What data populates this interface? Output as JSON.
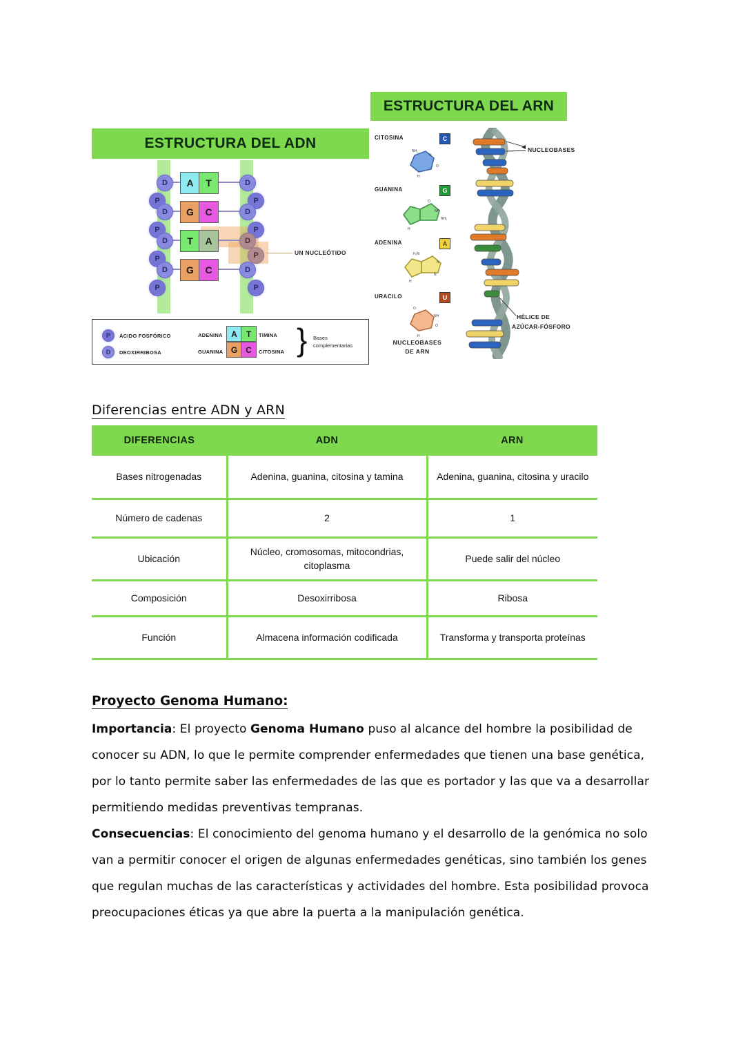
{
  "adn_diagram": {
    "title": "ESTRUCTURA DEL ADN",
    "callout_label": "UN NUCLEÓTIDO",
    "rungs": [
      {
        "left_base": "A",
        "right_base": "T"
      },
      {
        "left_base": "G",
        "right_base": "C"
      },
      {
        "left_base": "T",
        "right_base": "A"
      },
      {
        "left_base": "G",
        "right_base": "C"
      }
    ],
    "backbone_letters": {
      "sugar": "D",
      "phosphate": "P"
    },
    "legend": {
      "phosphate_symbol": "P",
      "phosphate_label": "ÁCIDO FOSFÓRICO",
      "sugar_symbol": "D",
      "sugar_label": "DEOXIRRIBOSA",
      "pair1_left_label": "ADENINA",
      "pair1_left_tile": "A",
      "pair1_right_tile": "T",
      "pair1_right_label": "TIMINA",
      "pair2_left_label": "GUANINA",
      "pair2_left_tile": "G",
      "pair2_right_tile": "C",
      "pair2_right_label": "CITOSINA",
      "brace_text_line1": "Bases",
      "brace_text_line2": "complementarias"
    }
  },
  "arn_diagram": {
    "title": "ESTRUCTURA DEL ARN",
    "bases": [
      {
        "name": "CITOSINA",
        "tile": "C",
        "color": "#2255b8"
      },
      {
        "name": "GUANINA",
        "tile": "G",
        "color": "#1f9b35"
      },
      {
        "name": "ADENINA",
        "tile": "A",
        "color": "#efd23c"
      },
      {
        "name": "URACILO",
        "tile": "U",
        "color": "#b5491e"
      }
    ],
    "footer_line1": "NUCLEOBASES",
    "footer_line2": "DE ARN",
    "callout_nucleobases": "NUCLEOBASES",
    "callout_helix_line1": "HÉLICE DE",
    "callout_helix_line2": "AZÚCAR-FÓSFORO"
  },
  "section_heading": "Diferencias entre ADN y ARN",
  "table": {
    "headers": [
      "DIFERENCIAS",
      "ADN",
      "ARN"
    ],
    "rows": [
      {
        "label": "Bases nitrogenadas",
        "adn": "Adenina, guanina, citosina y tamina",
        "arn": "Adenina, guanina, citosina y uracilo"
      },
      {
        "label": "Número de cadenas",
        "adn": "2",
        "arn": "1"
      },
      {
        "label": "Ubicación",
        "adn": "Núcleo, cromosomas, mitocondrias, citoplasma",
        "arn": "Puede salir del núcleo"
      },
      {
        "label": "Composición",
        "adn": "Desoxirribosa",
        "arn": "Ribosa"
      },
      {
        "label": "Función",
        "adn": "Almacena información codificada",
        "arn": "Transforma y transporta proteínas"
      }
    ]
  },
  "notes": {
    "heading": "Proyecto Genoma Humano:",
    "importancia_label": "Importancia",
    "importancia_sep": ": El proyecto ",
    "importancia_strong": "Genoma Humano",
    "importancia_text": " puso al alcance del hombre la posibilidad de conocer su ADN, lo que le permite comprender enfermedades que tienen una base genética, por lo tanto permite saber las enfermedades de las que es portador y las que va a desarrollar permitiendo medidas preventivas tempranas.",
    "consecuencias_label": "Consecuencias",
    "consecuencias_text": ": El conocimiento del genoma humano y el desarrollo de la genómica no solo van a permitir conocer el origen de algunas enfermedades genéticas, sino también los genes que regulan muchas de las características y actividades del hombre. Esta posibilidad provoca preocupaciones éticas ya que abre la puerta a la manipulación genética."
  },
  "colors": {
    "banner_green": "#7ed94f",
    "backbone_green": "#a5e88a",
    "base_a": "#8fe9f0",
    "base_t": "#79e870",
    "base_g": "#e8a063",
    "base_c": "#e659e0",
    "nucleotide_highlight": "#f0aa64"
  }
}
